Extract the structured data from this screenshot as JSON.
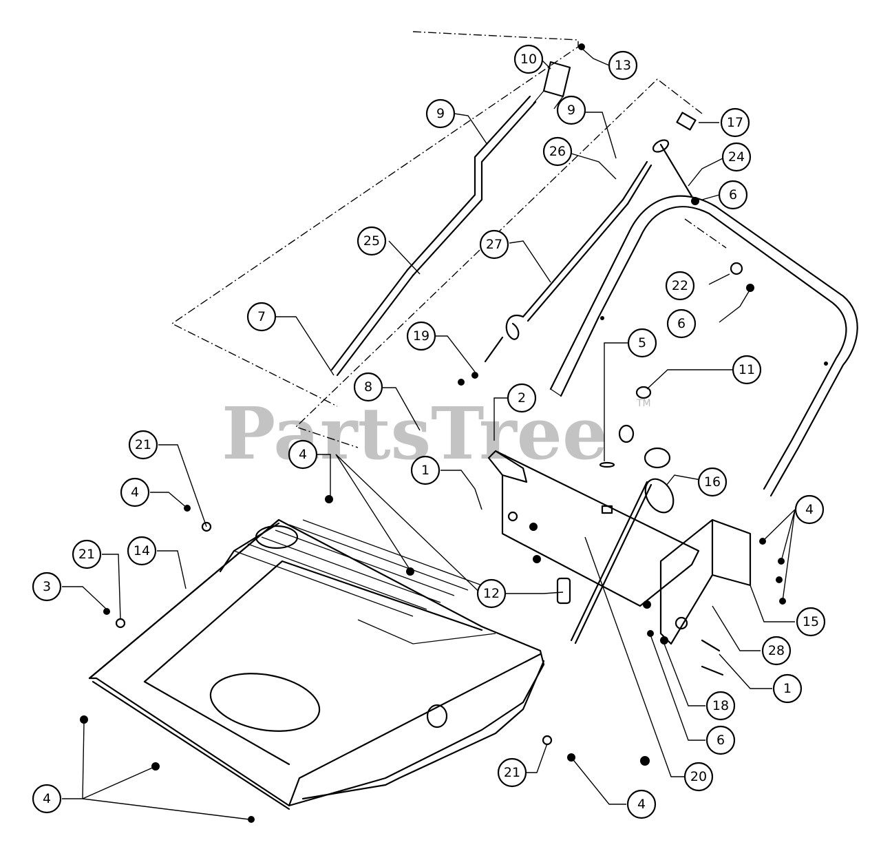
{
  "watermark": {
    "text": "PartsTree",
    "tm": "TM"
  },
  "callouts": [
    {
      "label": "10"
    },
    {
      "label": "13"
    },
    {
      "label": "9"
    },
    {
      "label": "9"
    },
    {
      "label": "17"
    },
    {
      "label": "26"
    },
    {
      "label": "24"
    },
    {
      "label": "6"
    },
    {
      "label": "25"
    },
    {
      "label": "27"
    },
    {
      "label": "22"
    },
    {
      "label": "6"
    },
    {
      "label": "7"
    },
    {
      "label": "19"
    },
    {
      "label": "5"
    },
    {
      "label": "11"
    },
    {
      "label": "8"
    },
    {
      "label": "2"
    },
    {
      "label": "21"
    },
    {
      "label": "4"
    },
    {
      "label": "1"
    },
    {
      "label": "16"
    },
    {
      "label": "4"
    },
    {
      "label": "4"
    },
    {
      "label": "21"
    },
    {
      "label": "14"
    },
    {
      "label": "3"
    },
    {
      "label": "12"
    },
    {
      "label": "15"
    },
    {
      "label": "28"
    },
    {
      "label": "1"
    },
    {
      "label": "18"
    },
    {
      "label": "6"
    },
    {
      "label": "21"
    },
    {
      "label": "20"
    },
    {
      "label": "4"
    },
    {
      "label": "4"
    }
  ]
}
